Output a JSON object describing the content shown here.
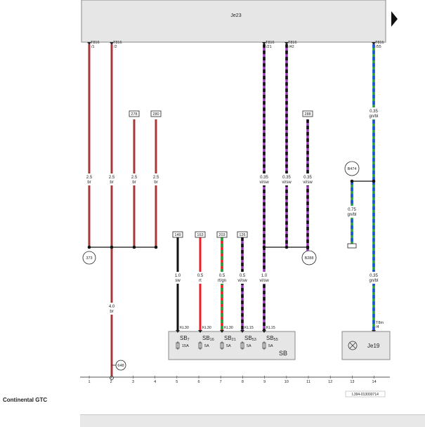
{
  "control_unit": "Je23",
  "module_sb": "SB",
  "module_j519": "Je19",
  "model_name": "Continental GTC",
  "doc_number": "L394-013000714",
  "colors": {
    "br": "#a83838",
    "rt": "#ee1c24",
    "sw": "#111111",
    "vi": "#9a3ab8",
    "gn": "#22a03a",
    "bl": "#1e4fd6",
    "ws": "#ffffff"
  },
  "pins": [
    "T816\n/1",
    "T816\n/2",
    "T816\n/21",
    "T816\n/42",
    "T816\n/55"
  ],
  "refs_top": [
    "278",
    "280",
    "288"
  ],
  "refs_mid": [
    "149",
    "163",
    "203",
    "126"
  ],
  "wires": [
    {
      "size": "2.5",
      "color": "br"
    },
    {
      "size": "2.5",
      "color": "br"
    },
    {
      "size": "2.5",
      "color": "br"
    },
    {
      "size": "2.5",
      "color": "br"
    },
    {
      "size": "0.35",
      "color": "vi/sw"
    },
    {
      "size": "0.35",
      "color": "vi/sw"
    },
    {
      "size": "0.35",
      "color": "vi/sw"
    },
    {
      "size": "0.35",
      "color": "gn/bl"
    },
    {
      "size": "0.35",
      "color": "gn/bl"
    },
    {
      "size": "4.0",
      "color": "br"
    },
    {
      "size": "1.0",
      "color": "sw"
    },
    {
      "size": "0.5",
      "color": "rt"
    },
    {
      "size": "0.5",
      "color": "rt/gn"
    },
    {
      "size": "0.5",
      "color": "vi/sw"
    },
    {
      "size": "1.0",
      "color": "vi/sw"
    },
    {
      "size": "0.75",
      "color": "gn/bl"
    },
    {
      "size": "0.35",
      "color": "gn/bl"
    }
  ],
  "nodes": [
    "373",
    "B288",
    "B474",
    "648"
  ],
  "kl": [
    "KL30",
    "KL30",
    "KL30",
    "KL15",
    "KL15"
  ],
  "fuses": [
    {
      "name": "SB",
      "sub": "7",
      "amp": "15A"
    },
    {
      "name": "SB",
      "sub": "16",
      "amp": "5A"
    },
    {
      "name": "SB",
      "sub": "21",
      "amp": "5A"
    },
    {
      "name": "SB",
      "sub": "53",
      "amp": "5A"
    },
    {
      "name": "SB",
      "sub": "55",
      "amp": "5A"
    }
  ],
  "t8m": "T8m\n/4",
  "grid": [
    "1",
    "2",
    "3",
    "4",
    "5",
    "6",
    "7",
    "8",
    "9",
    "10",
    "11",
    "12",
    "13",
    "14"
  ]
}
